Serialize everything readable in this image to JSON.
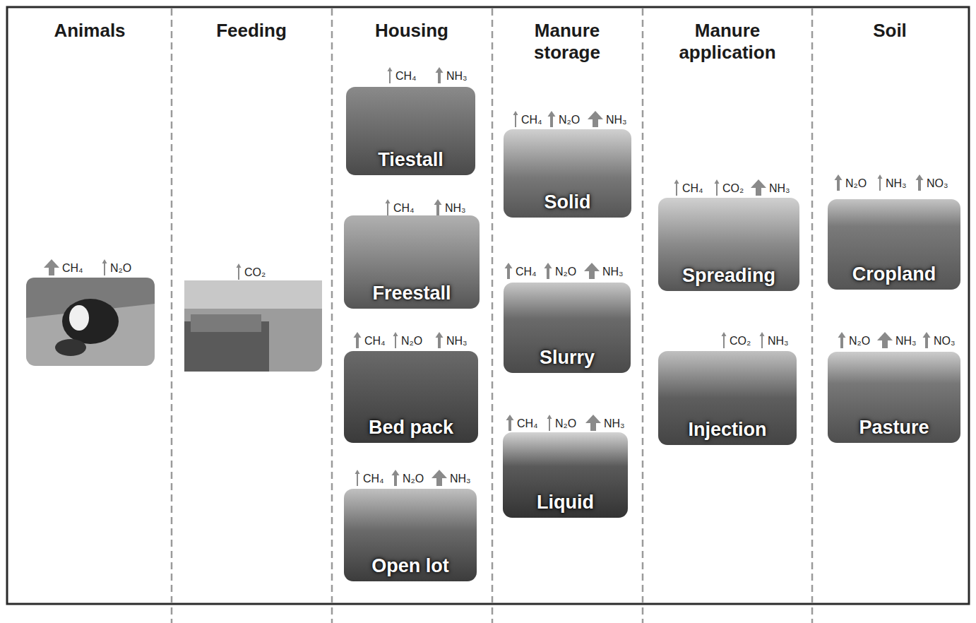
{
  "diagram": {
    "nodes": [
      {
        "text": [
          "Tiestall"
        ]
      },
      {
        "text": [
          "Freestall"
        ]
      },
      {
        "text": [
          "Bed pack"
        ]
      },
      {
        "text": [
          "Open lot"
        ]
      },
      {
        "text": [
          "Solid"
        ]
      },
      {
        "text": [
          "Slurry"
        ]
      },
      {
        "text": [
          "Liquid"
        ]
      },
      {
        "text": [
          "Spreading"
        ]
      },
      {
        "text": [
          "Injection"
        ]
      },
      {
        "text": [
          "Cropland"
        ]
      },
      {
        "text": [
          "Pasture"
        ]
      }
    ],
    "labels": [
      "Animals",
      "Feeding",
      "Housing",
      "Manure storage",
      "Manure application",
      "Soil",
      "CH₄",
      "N₂O",
      "CO₂",
      "CH₄",
      "NH₃",
      "CH₄",
      "NH₃",
      "CH₄",
      "N₂O",
      "NH₃",
      "CH₄",
      "N₂O",
      "NH₃",
      "CH₄",
      "N₂O",
      "NH₃",
      "CH₄",
      "N₂O",
      "NH₃",
      "CH₄",
      "N₂O",
      "NH₃",
      "CH₄",
      "CO₂",
      "NH₃",
      "CO₂",
      "NH₃",
      "N₂O",
      "NH₃",
      "NO₃",
      "N₂O",
      "NH₃",
      "NO₃"
    ]
  }
}
